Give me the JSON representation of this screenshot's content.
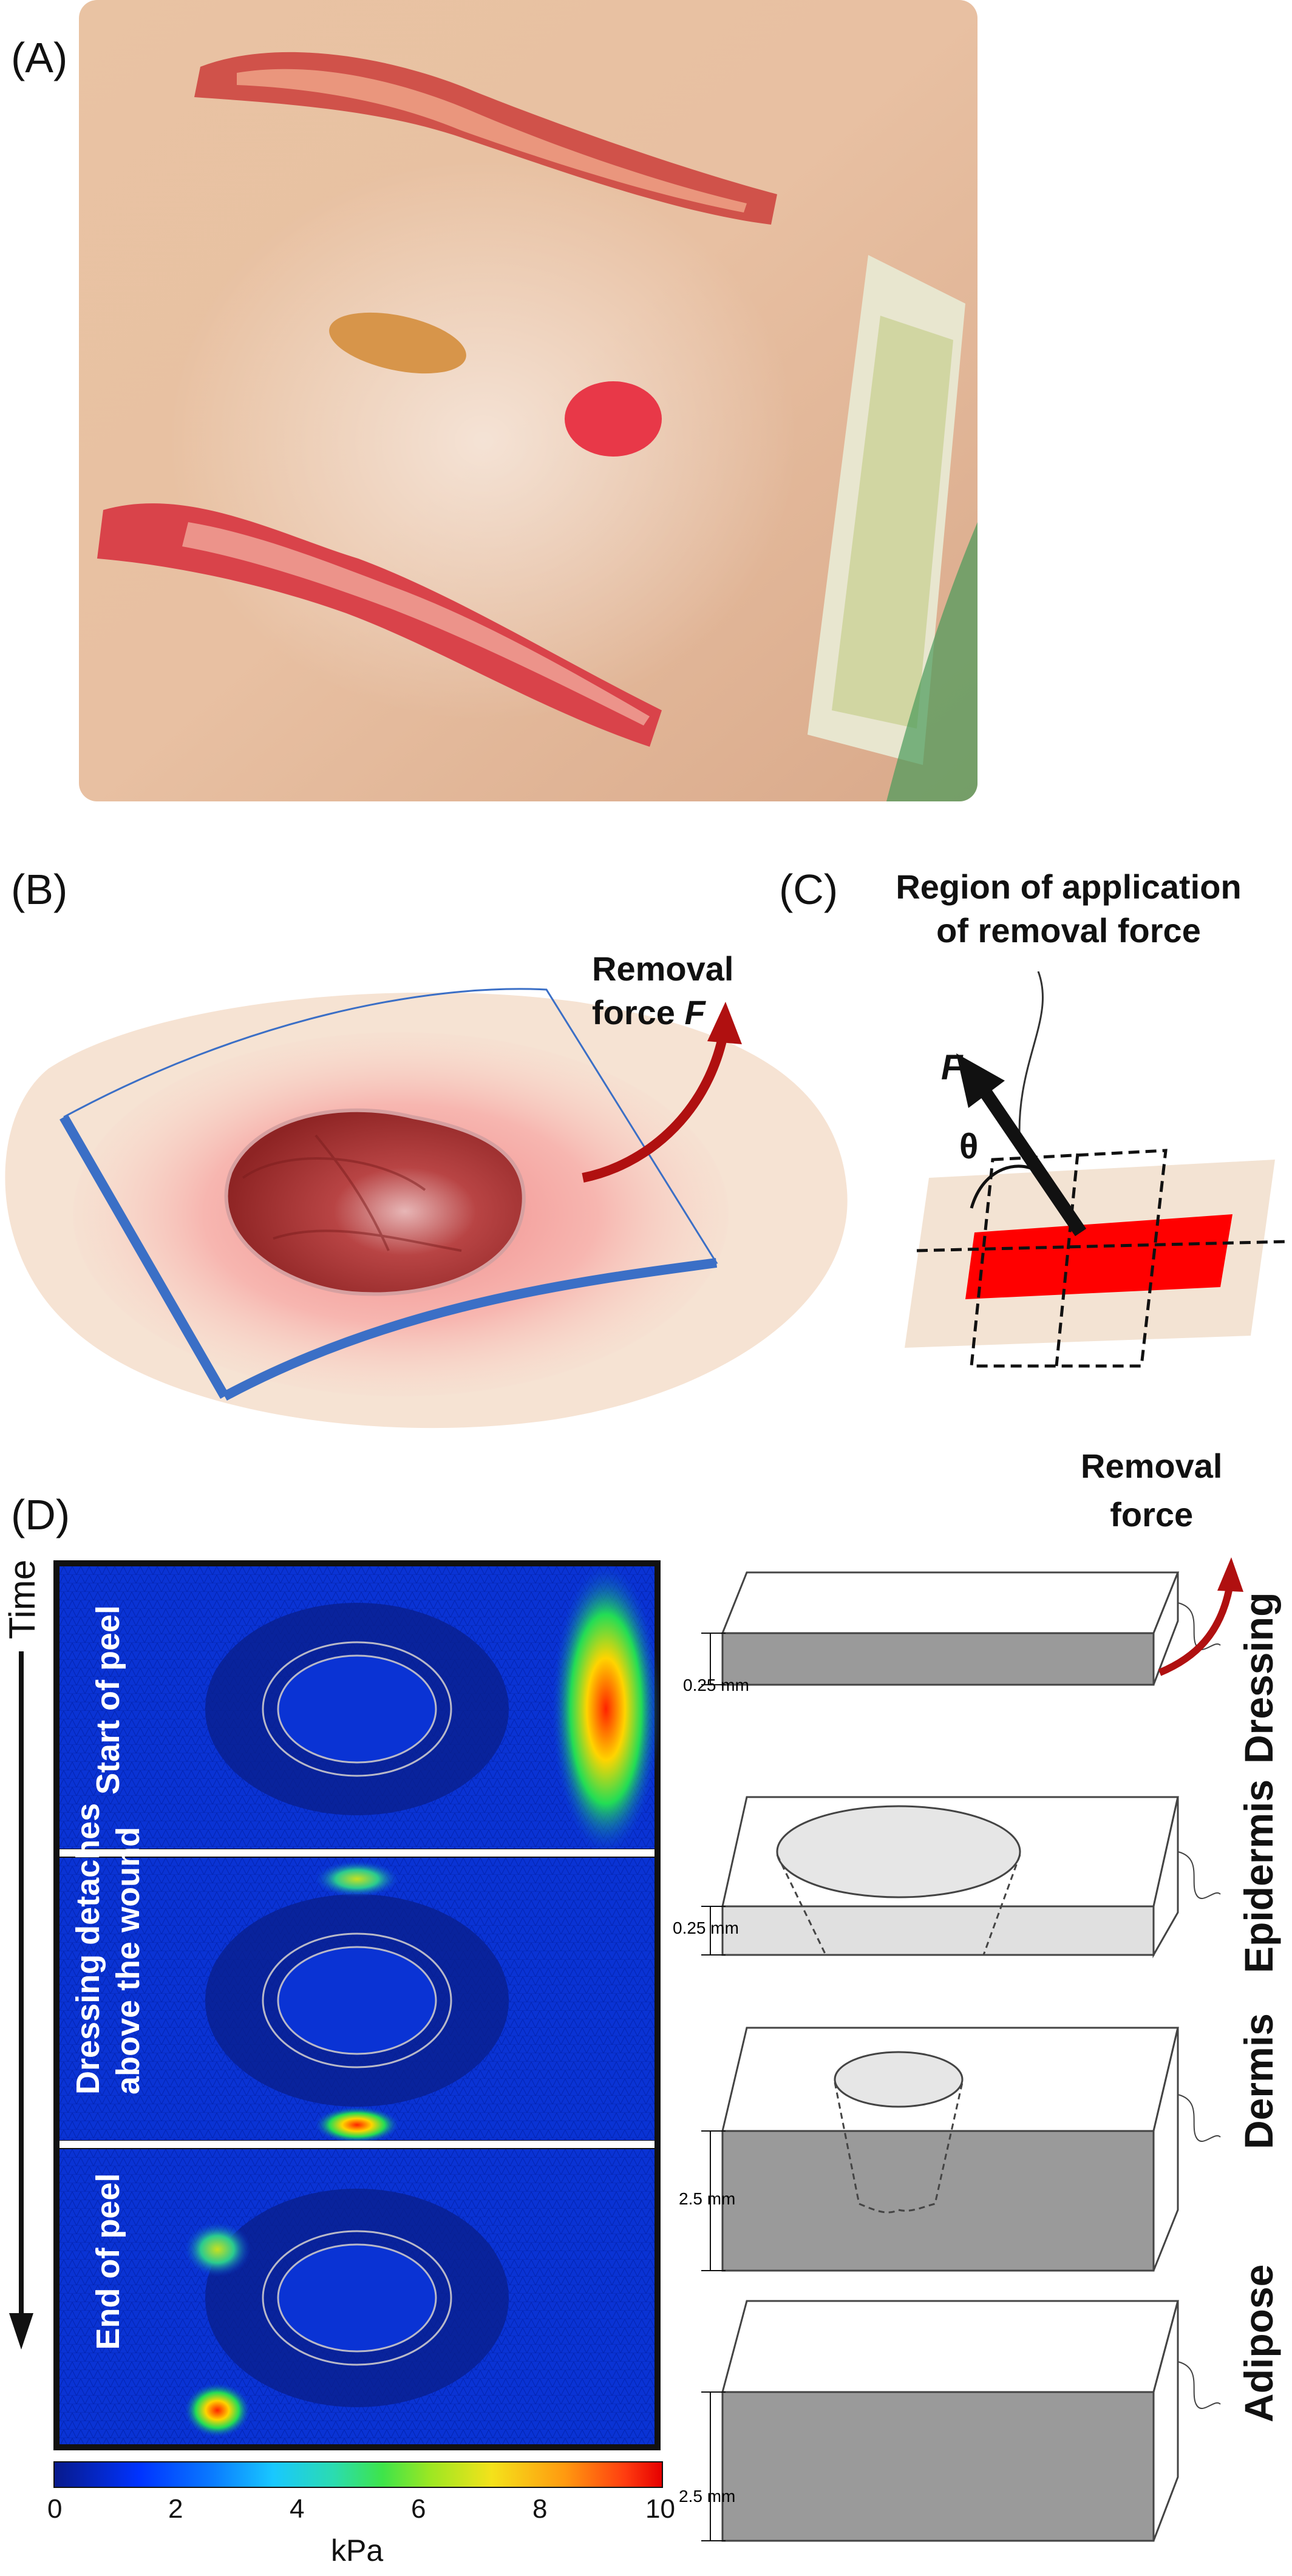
{
  "panels": {
    "a": {
      "label": "(A)"
    },
    "b": {
      "label": "(B)",
      "force_label_line1": "Removal",
      "force_label_line2": "force ",
      "force_symbol": "F"
    },
    "c": {
      "label": "(C)",
      "title_line1": "Region of application",
      "title_line2": "of removal force",
      "force_symbol": "F",
      "angle_symbol": "θ"
    },
    "d": {
      "label": "(D)",
      "time_label": "Time",
      "stage_labels": {
        "start": "Start of peel",
        "mid_line1": "Dressing detaches",
        "mid_line2": "above the wound",
        "end": "End of peel"
      },
      "colorbar": {
        "ticks": [
          "0",
          "2",
          "4",
          "6",
          "8",
          "10"
        ],
        "unit": "kPa",
        "min": 0,
        "max": 10
      },
      "removal_force_line1": "Removal",
      "removal_force_line2": "force",
      "layers": {
        "dressing": {
          "name": "Dressing",
          "thickness": "0.25 mm"
        },
        "epidermis": {
          "name": "Epidermis",
          "thickness": "0.25 mm"
        },
        "dermis": {
          "name": "Dermis",
          "thickness": "2.5 mm"
        },
        "adipose": {
          "name": "Adipose",
          "thickness": "2.5 mm"
        }
      }
    }
  },
  "colors": {
    "force_arrow": "#b01010",
    "dressing_edge": "#3b6fc6",
    "application_region": "#ff0000",
    "skin": "#f3e3d3"
  }
}
